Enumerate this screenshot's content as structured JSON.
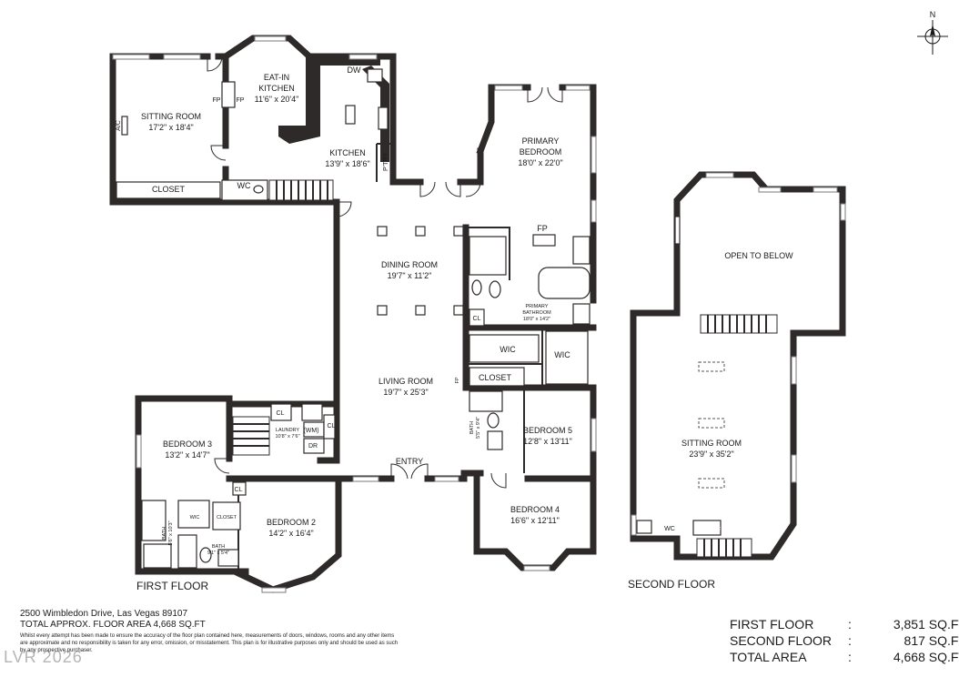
{
  "compass": {
    "label": "N",
    "icon": "north-arrow-icon"
  },
  "floors": {
    "first": "FIRST FLOOR",
    "second": "SECOND FLOOR"
  },
  "rooms": {
    "sitting_room": {
      "name": "SITTING ROOM",
      "dims": "17'2\" x 18'4\""
    },
    "eat_in_kitchen": {
      "name1": "EAT-IN",
      "name2": "KITCHEN",
      "dims": "11'6\" x 20'4\""
    },
    "kitchen": {
      "name": "KITCHEN",
      "dims": "13'9\" x 18'6\""
    },
    "primary_bedroom": {
      "name1": "PRIMARY",
      "name2": "BEDROOM",
      "dims": "18'0\" x 22'0\""
    },
    "dining_room": {
      "name": "DINING ROOM",
      "dims": "19'7\" x 11'2\""
    },
    "primary_bathroom": {
      "name1": "PRIMARY",
      "name2": "BATHROOM",
      "dims": "18'0\" x 14'2\""
    },
    "living_room": {
      "name": "LIVING ROOM",
      "dims": "19'7\" x 25'3\""
    },
    "bedroom3": {
      "name": "BEDROOM 3",
      "dims": "13'2\" x 14'7\""
    },
    "bedroom2": {
      "name": "BEDROOM 2",
      "dims": "14'2\" x 16'4\""
    },
    "bedroom5": {
      "name": "BEDROOM 5",
      "dims": "12'8\" x 13'11\""
    },
    "bedroom4": {
      "name": "BEDROOM 4",
      "dims": "16'6\" x 12'11\""
    },
    "laundry": {
      "name": "LAUNDRY",
      "dims": "10'8\" x 7'6\""
    },
    "bath_b3": {
      "name": "BATH",
      "dims": "5'6\" x 10'3\""
    },
    "bath_b2": {
      "name": "BATH",
      "dims": "9'1\" x 5'4\""
    },
    "bath_b5": {
      "name": "BATH",
      "dims": "5'5\" x 9'4\""
    },
    "open_to_below": {
      "name": "OPEN TO BELOW"
    },
    "upper_sitting_room": {
      "name": "SITTING ROOM",
      "dims": "23'9\" x 35'2\""
    }
  },
  "labels": {
    "closet": "CLOSET",
    "wc": "WC",
    "fp": "FP",
    "dw": "DW",
    "ac": "A/C",
    "pantry": "P'TRY",
    "wic": "WIC",
    "cl": "CL",
    "wm": "(WM)",
    "dr": "DR",
    "entry": "ENTRY",
    "f": "F"
  },
  "footer": {
    "address": "2500 Wimbledon Drive, Las Vegas 89107",
    "total": "TOTAL APPROX. FLOOR AREA 4,668 SQ.FT",
    "disclaimer": "Whilst every attempt has been made to ensure the accuracy of the floor plan contained here, measurements of doors, windows, rooms and any other items are approximate and no responsibility is taken for any error, omission, or misstatement. This plan is for illustrative purposes only and should be used as such by any prospective purchaser."
  },
  "areas": [
    {
      "name": "FIRST FLOOR",
      "value": "3,851 SQ.FT"
    },
    {
      "name": "SECOND FLOOR",
      "value": "817 SQ.FT"
    },
    {
      "name": "TOTAL AREA",
      "value": "4,668 SQ.FT"
    }
  ],
  "area_colon": ":",
  "watermark": "LVR 2026"
}
